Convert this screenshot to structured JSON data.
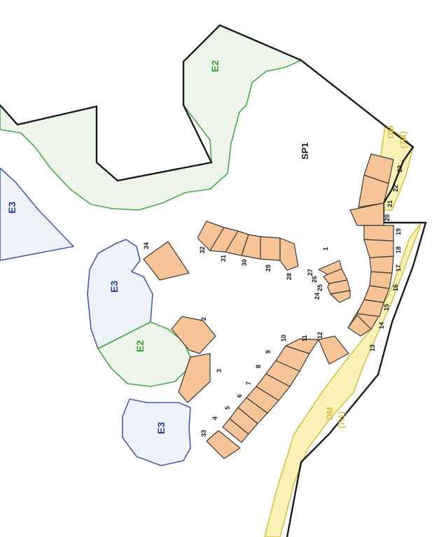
{
  "zones": {
    "e2_top": "E2",
    "e2_mid": "E2",
    "e3_left": "E3",
    "e3_mid": "E3",
    "e3_bottom": "E3",
    "sp1": "SP1",
    "dm_top_line1": "DM",
    "dm_top_line2": "(7/1)",
    "dm_bottom_line1": "DM",
    "dm_bottom_line2": "(7/1)"
  },
  "lots": [
    "1",
    "2",
    "3",
    "4",
    "5",
    "6",
    "7",
    "8",
    "9",
    "10",
    "11",
    "12",
    "13",
    "14",
    "15",
    "16",
    "17",
    "18",
    "19",
    "20",
    "21",
    "22",
    "23",
    "24",
    "25",
    "26",
    "27",
    "28",
    "29",
    "30",
    "31",
    "32",
    "33",
    "34"
  ],
  "colors": {
    "e2_fill": "#eef5ea",
    "e2_stroke": "#4aa84a",
    "e3_fill": "#eef3fa",
    "e3_stroke": "#4a5aa8",
    "dm_fill": "#fbf2b8",
    "dm_stroke": "#d9c04a",
    "lot_fill": "#f7c497",
    "boundary": "#1a1a1a"
  }
}
